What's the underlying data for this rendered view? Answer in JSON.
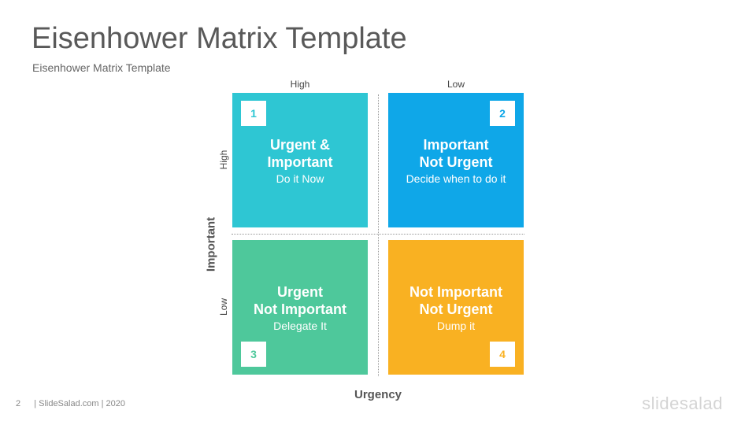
{
  "slide": {
    "title": "Eisenhower Matrix Template",
    "subtitle": "Eisenhower Matrix Template"
  },
  "matrix": {
    "col_labels": [
      "High",
      "Low"
    ],
    "row_labels": [
      "High",
      "Low"
    ],
    "y_axis": "Important",
    "x_axis": "Urgency",
    "quadrants": [
      {
        "number": "1",
        "title_line1": "Urgent &",
        "title_line2": "Important",
        "action": "Do it Now",
        "color": "#2ec6d3"
      },
      {
        "number": "2",
        "title_line1": "Important",
        "title_line2": "Not Urgent",
        "action": "Decide when to do it",
        "color": "#0fa7e8"
      },
      {
        "number": "3",
        "title_line1": "Urgent",
        "title_line2": "Not Important",
        "action": "Delegate It",
        "color": "#4ec89b"
      },
      {
        "number": "4",
        "title_line1": "Not Important",
        "title_line2": "Not Urgent",
        "action": "Dump it",
        "color": "#f9b122"
      }
    ]
  },
  "footer": {
    "page_number": "2",
    "credit": "| SlideSalad.com | 2020",
    "brand": "slidesalad"
  }
}
